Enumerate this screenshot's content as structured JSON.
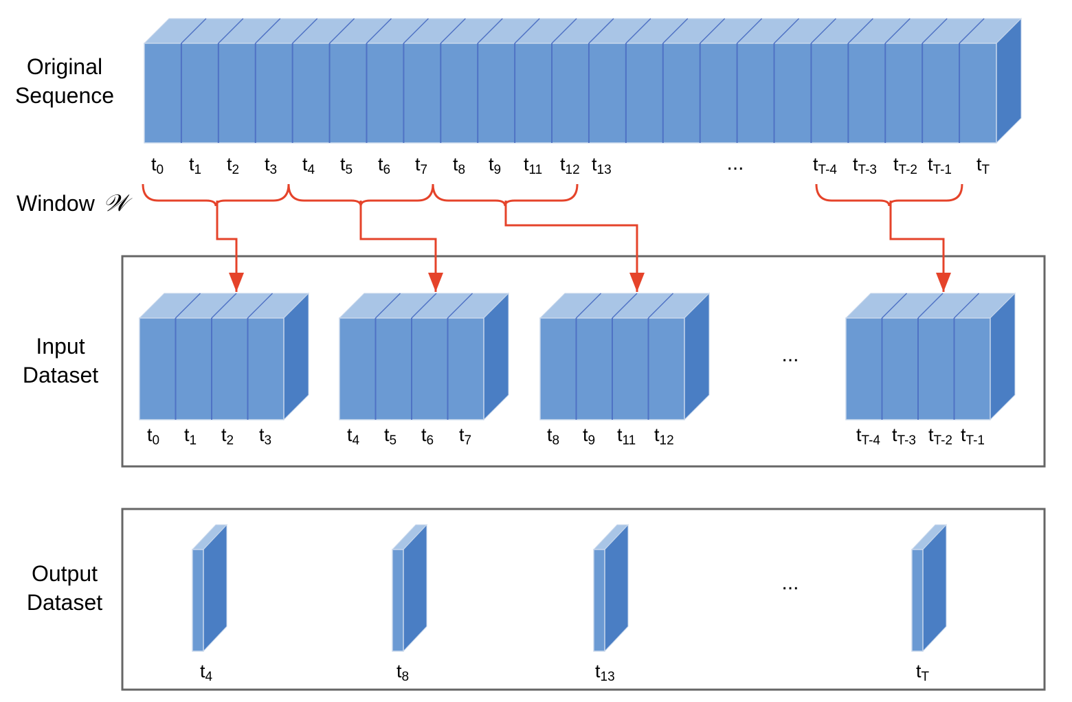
{
  "colors": {
    "front": "#6b9ad3",
    "top": "#a9c5e6",
    "side": "#4a7ec4",
    "divider": "#4f72c4",
    "arrow": "#e5432a",
    "frame": "#666666"
  },
  "labels": {
    "original_line1": "Original",
    "original_line2": "Sequence",
    "window_text": "Window",
    "window_symbol": "𝒲",
    "input_line1": "Input",
    "input_line2": "Dataset",
    "output_line1": "Output",
    "output_line2": "Dataset",
    "ellipsis": "..."
  },
  "original_ticks": [
    {
      "b": "t",
      "s": "0"
    },
    {
      "b": "t",
      "s": "1"
    },
    {
      "b": "t",
      "s": "2"
    },
    {
      "b": "t",
      "s": "3"
    },
    {
      "b": "t",
      "s": "4"
    },
    {
      "b": "t",
      "s": "5"
    },
    {
      "b": "t",
      "s": "6"
    },
    {
      "b": "t",
      "s": "7"
    },
    {
      "b": "t",
      "s": "8"
    },
    {
      "b": "t",
      "s": "9"
    },
    {
      "b": "t",
      "s": "11"
    },
    {
      "b": "t",
      "s": "12"
    },
    {
      "b": "t",
      "s": "13"
    },
    {
      "b": "t",
      "s": "T-4"
    },
    {
      "b": "t",
      "s": "T-3"
    },
    {
      "b": "t",
      "s": "T-2"
    },
    {
      "b": "t",
      "s": "T-1"
    },
    {
      "b": "t",
      "s": "T"
    }
  ],
  "input_windows": [
    [
      {
        "b": "t",
        "s": "0"
      },
      {
        "b": "t",
        "s": "1"
      },
      {
        "b": "t",
        "s": "2"
      },
      {
        "b": "t",
        "s": "3"
      }
    ],
    [
      {
        "b": "t",
        "s": "4"
      },
      {
        "b": "t",
        "s": "5"
      },
      {
        "b": "t",
        "s": "6"
      },
      {
        "b": "t",
        "s": "7"
      }
    ],
    [
      {
        "b": "t",
        "s": "8"
      },
      {
        "b": "t",
        "s": "9"
      },
      {
        "b": "t",
        "s": "11"
      },
      {
        "b": "t",
        "s": "12"
      }
    ],
    [
      {
        "b": "t",
        "s": "T-4"
      },
      {
        "b": "t",
        "s": "T-3"
      },
      {
        "b": "t",
        "s": "T-2"
      },
      {
        "b": "t",
        "s": "T-1"
      }
    ]
  ],
  "output_labels": [
    {
      "b": "t",
      "s": "4"
    },
    {
      "b": "t",
      "s": "8"
    },
    {
      "b": "t",
      "s": "13"
    },
    {
      "b": "t",
      "s": "T"
    }
  ]
}
